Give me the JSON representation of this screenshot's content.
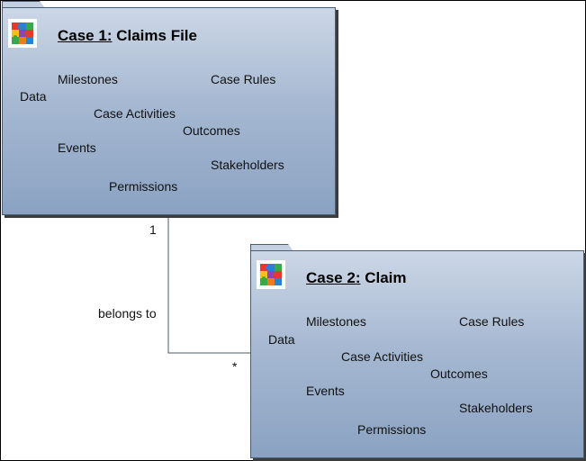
{
  "packages": [
    {
      "case_label": "Case 1:",
      "name": "Claims File",
      "items": {
        "milestones": "Milestones",
        "case_rules": "Case Rules",
        "data": "Data",
        "case_activities": "Case Activities",
        "outcomes": "Outcomes",
        "events": "Events",
        "stakeholders": "Stakeholders",
        "permissions": "Permissions"
      },
      "icon": "puzzle-icon"
    },
    {
      "case_label": "Case 2:",
      "name": "Claim",
      "items": {
        "milestones": "Milestones",
        "case_rules": "Case Rules",
        "data": "Data",
        "case_activities": "Case Activities",
        "outcomes": "Outcomes",
        "events": "Events",
        "stakeholders": "Stakeholders",
        "permissions": "Permissions"
      },
      "icon": "puzzle-icon"
    }
  ],
  "association": {
    "label": "belongs to",
    "source_multiplicity": "1",
    "target_multiplicity": "*"
  },
  "colors": {
    "package_top": "#ccd7e6",
    "package_bottom": "#8aa2c2",
    "package_border": "#4a5d77",
    "shadow": "#3c3c3c"
  }
}
